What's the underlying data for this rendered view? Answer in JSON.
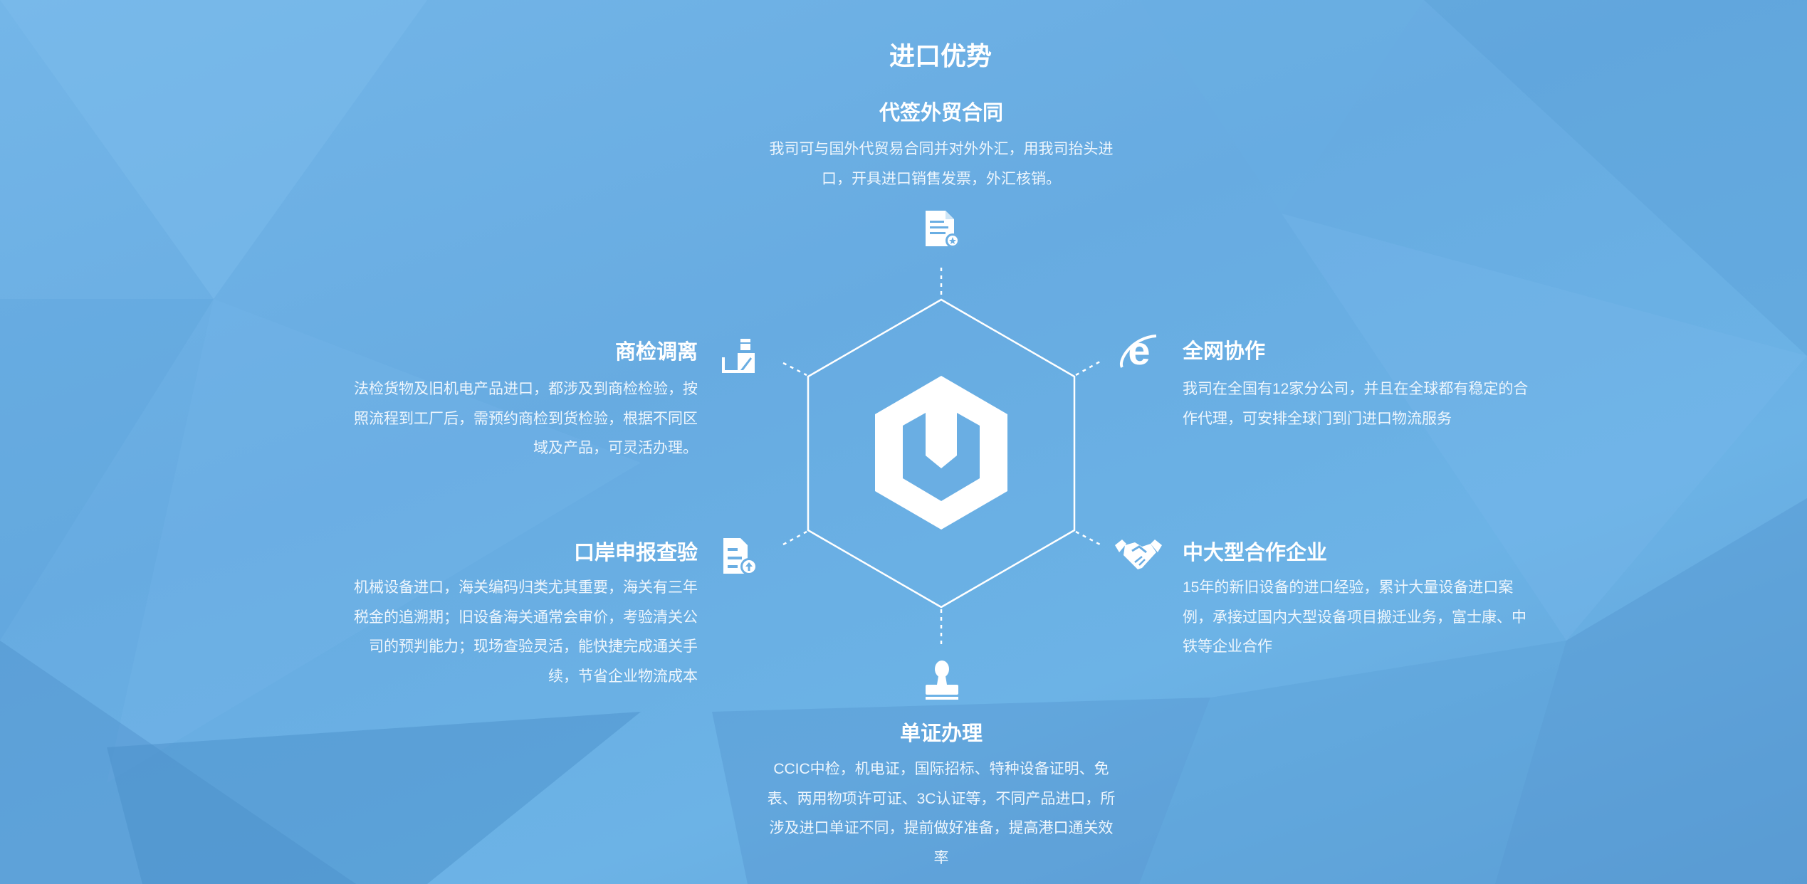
{
  "section_title": "进口优势",
  "features": {
    "contract": {
      "title": "代签外贸合同",
      "desc": "我司可与国外代贸易合同并对外外汇，用我司抬头进口，开具进口销售发票，外汇核销。",
      "icon": "contract-document-icon"
    },
    "inspection": {
      "title": "商检调离",
      "desc": "法检货物及旧机电产品进口，都涉及到商检检验，按照流程到工厂后，需预约商检到货检验，根据不同区域及产品，可灵活办理。",
      "icon": "inspector-icon"
    },
    "network": {
      "title": "全网协作",
      "desc": "我司在全国有12家分公司，并且在全球都有稳定的合作代理，可安排全球门到门进口物流服务",
      "icon": "network-e-icon"
    },
    "port": {
      "title": "口岸申报查验",
      "desc": "机械设备进口，海关编码归类尤其重要，海关有三年税金的追溯期；旧设备海关通常会审价，考验清关公司的预判能力；现场查验灵活，能快捷完成通关手续，节省企业物流成本",
      "icon": "declaration-upload-icon"
    },
    "enterprise": {
      "title": "中大型合作企业",
      "desc": "15年的新旧设备的进口经验，累计大量设备进口案例，承接过国内大型设备项目搬迁业务，富士康、中铁等企业合作",
      "icon": "handshake-icon"
    },
    "documents": {
      "title": "单证办理",
      "desc": "CCIC中检，机电证，国际招标、特种设备证明、免表、两用物项许可证、3C认证等，不同产品进口，所涉及进口单证不同，提前做好准备，提高港口通关效率",
      "icon": "stamp-icon"
    }
  },
  "colors": {
    "background": "#6aaee3",
    "text": "#ffffff"
  }
}
